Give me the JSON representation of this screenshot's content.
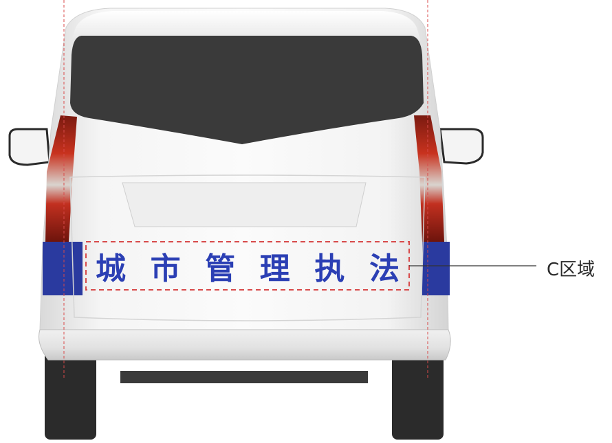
{
  "vehicle": {
    "text_characters": [
      "城",
      "市",
      "管",
      "理",
      "执",
      "法"
    ],
    "text_color": "#2b3fb4",
    "body_color": "#f2f2f2",
    "stripe_color": "#2a3a9f",
    "window_color": "#3a3a3a",
    "guide_line_color": "#d84a4a"
  },
  "callout": {
    "label": "C区域"
  }
}
